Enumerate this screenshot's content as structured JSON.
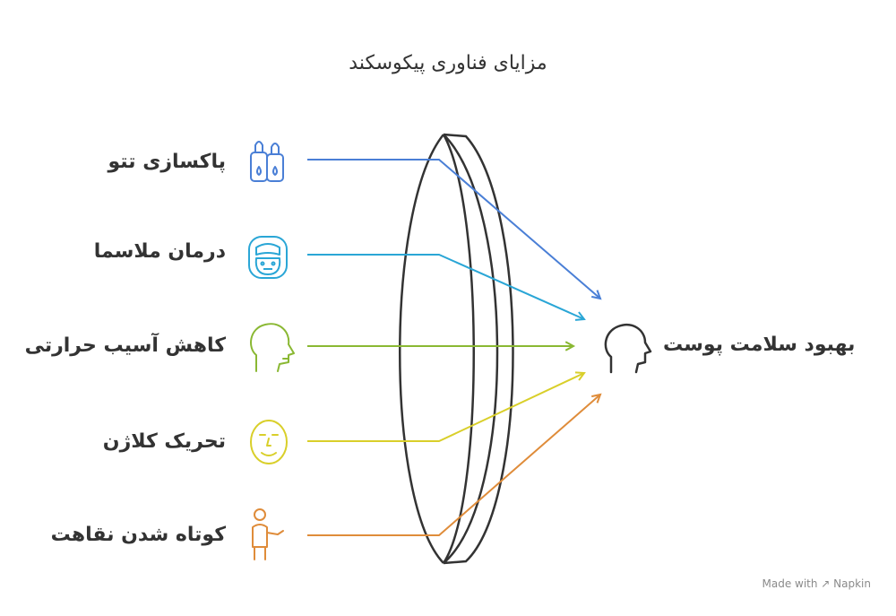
{
  "title": "مزایای فناوری پیکوسکند",
  "inputs": [
    {
      "label": "پاکسازی تتو",
      "icon": "ink-bottles-icon",
      "color": "#4a7fd6"
    },
    {
      "label": "درمان ملاسما",
      "icon": "monkey-face-icon",
      "color": "#2aa6d6"
    },
    {
      "label": "کاهش آسیب حرارتی",
      "icon": "head-profile-icon",
      "color": "#8ab833"
    },
    {
      "label": "تحریک کلاژن",
      "icon": "face-mask-icon",
      "color": "#d9cf2a"
    },
    {
      "label": "کوتاه شدن نقاهت",
      "icon": "person-injury-icon",
      "color": "#df8c3a"
    }
  ],
  "target": {
    "label": "بهبود سلامت پوست",
    "icon": "head-icon"
  },
  "lens": {
    "stroke": "#333333"
  },
  "watermark": "Made with ↗ Napkin"
}
